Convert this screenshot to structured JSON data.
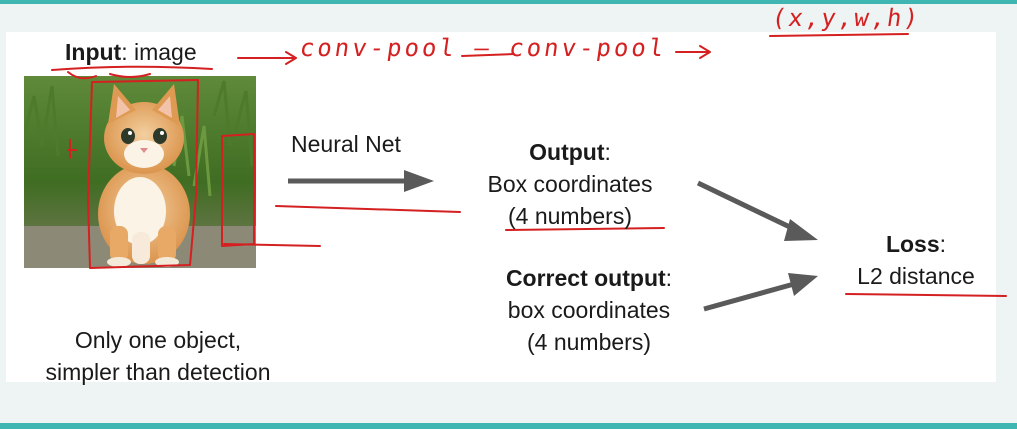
{
  "slide": {
    "input_label": "Input",
    "input_text": ": image",
    "neural_net": "Neural Net",
    "output_label": "Output",
    "output_line1": "Box coordinates",
    "output_line2": "(4 numbers)",
    "correct_label": "Correct output",
    "correct_line1": "box coordinates",
    "correct_line2": "(4 numbers)",
    "loss_label": "Loss",
    "loss_line": "L2 distance",
    "caption_line1": "Only one object,",
    "caption_line2": "simpler than detection"
  },
  "annotations": {
    "pipeline": "conv-pool — conv-pool",
    "coords": "(x,y,w,h)"
  },
  "colors": {
    "accent_bar": "#3fb6b2",
    "ink_red": "#d42020",
    "arrow_gray": "#5a5a5a"
  }
}
